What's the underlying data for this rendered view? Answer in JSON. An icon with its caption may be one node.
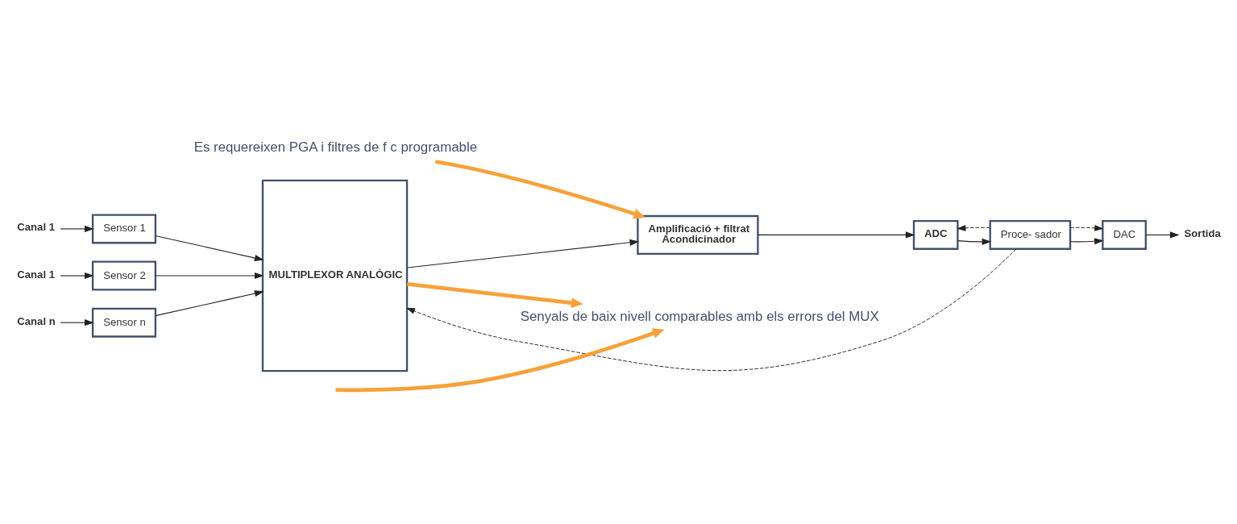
{
  "diagram": {
    "nodes": [
      {
        "text": [
          "Canal 1"
        ]
      },
      {
        "text": [
          "Sensor 1"
        ]
      },
      {
        "text": [
          "Canal 1"
        ]
      },
      {
        "text": [
          "Sensor 2"
        ]
      },
      {
        "text": [
          "Canal n"
        ]
      },
      {
        "text": [
          "Sensor n"
        ]
      },
      {
        "text": [
          "MULTIPLEXOR ANALÒGIC"
        ]
      },
      {
        "text": [
          "Amplificació + filtrat",
          "Acondicinador"
        ]
      },
      {
        "text": [
          "Es requereixen PGA i filtres de f c programable"
        ]
      },
      {
        "text": [
          "ADC"
        ]
      },
      {
        "text": [
          "Proce- sador"
        ]
      },
      {
        "text": [
          "DAC"
        ]
      },
      {
        "text": [
          "Sortida"
        ]
      },
      {
        "text": [
          "Senyals de baix nivell comparables amb els errors del MUX"
        ]
      }
    ],
    "edges": [
      {
        "from": 0,
        "to": 1,
        "arrow": "to"
      },
      {
        "from": 1,
        "to": 6,
        "arrow": "to"
      },
      {
        "from": 2,
        "to": 3,
        "arrow": "to"
      },
      {
        "from": 3,
        "to": 6,
        "arrow": "to"
      },
      {
        "from": 4,
        "to": 5,
        "arrow": "to"
      },
      {
        "from": 5,
        "to": 6,
        "arrow": "to"
      },
      {
        "from": 6,
        "to": 7,
        "arrow": "to"
      },
      {
        "from": 7,
        "to": 9,
        "arrow": "to"
      },
      {
        "from": 9,
        "to": 10,
        "arrow": "to"
      },
      {
        "from": 10,
        "to": 11,
        "arrow": "to"
      },
      {
        "from": 11,
        "to": 12,
        "arrow": "to"
      },
      {
        "from": 10,
        "to": 9,
        "arrow": "to",
        "style": "dashed"
      },
      {
        "from": 10,
        "to": 11,
        "arrow": "to",
        "style": "dashed"
      },
      {
        "from": 10,
        "to": 6,
        "arrow": "to",
        "style": "dashed"
      },
      {
        "from": 8,
        "to": 7,
        "arrow": "to",
        "style": "thick",
        "color": "#f7a13a"
      },
      {
        "from": 6,
        "to": 13,
        "arrow": "to",
        "style": "thick",
        "color": "#f7a13a"
      },
      {
        "from": null,
        "to": 13,
        "arrow": "to",
        "style": "thick",
        "color": "#f7a13a"
      }
    ]
  }
}
